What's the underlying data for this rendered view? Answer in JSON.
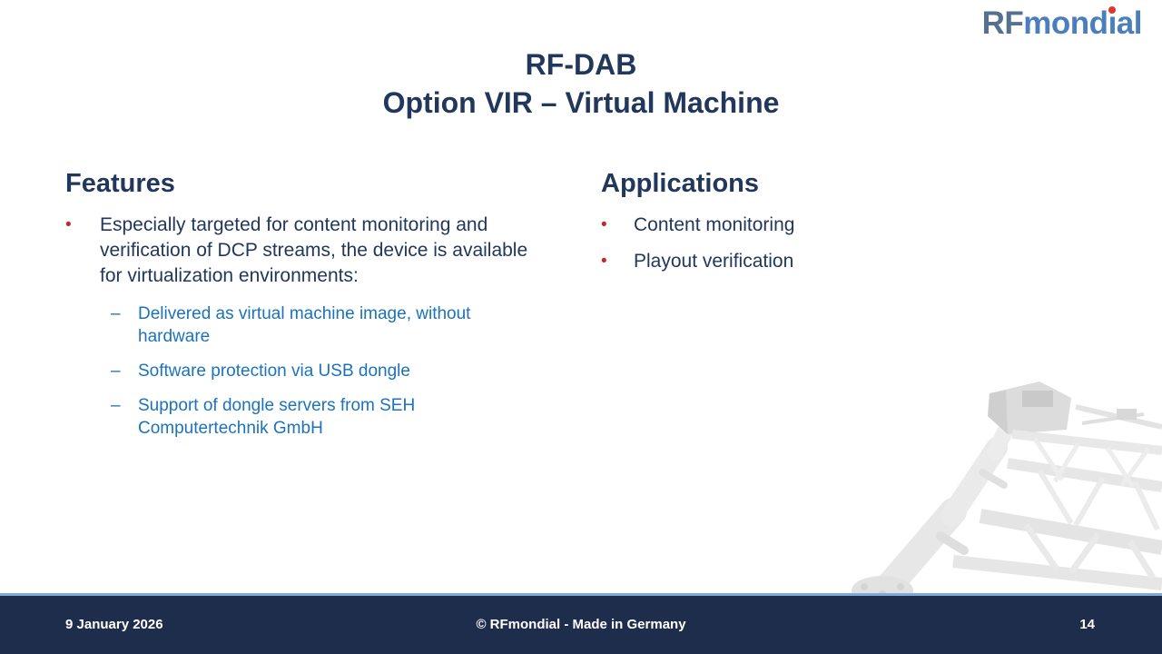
{
  "logo": {
    "part1": "RF",
    "part2a": "mond",
    "part2b": "ı",
    "part2c": "al"
  },
  "title": {
    "line1": "RF-DAB",
    "line2": "Option VIR – Virtual Machine"
  },
  "features": {
    "heading": "Features",
    "bullet_char": "•",
    "dash_char": "–",
    "bullet": "Especially targeted for content monitoring and verification of DCP streams, the device is available for virtualization environments:",
    "sub_bullets": [
      "Delivered as virtual machine image, without hardware",
      "Software protection via USB dongle",
      "Support of dongle servers from SEH Computertechnik GmbH"
    ]
  },
  "applications": {
    "heading": "Applications",
    "bullet_char": "•",
    "bullets": [
      "Content monitoring",
      "Playout verification"
    ]
  },
  "footer": {
    "date": "9 January 2026",
    "copyright": "© RFmondial - Made in Germany",
    "page_number": "14"
  },
  "colors": {
    "heading_navy": "#21375B",
    "sub_bullet_blue": "#1C72BB",
    "bullet_red": "#C1272D",
    "footer_bg": "#1F2D4D",
    "footer_border": "#7FA8DC",
    "logo_rf": "#55718E",
    "logo_mondial": "#4B7EBD",
    "logo_dot": "#E5352B"
  },
  "background_image": "antenna-tower-faded-photo"
}
